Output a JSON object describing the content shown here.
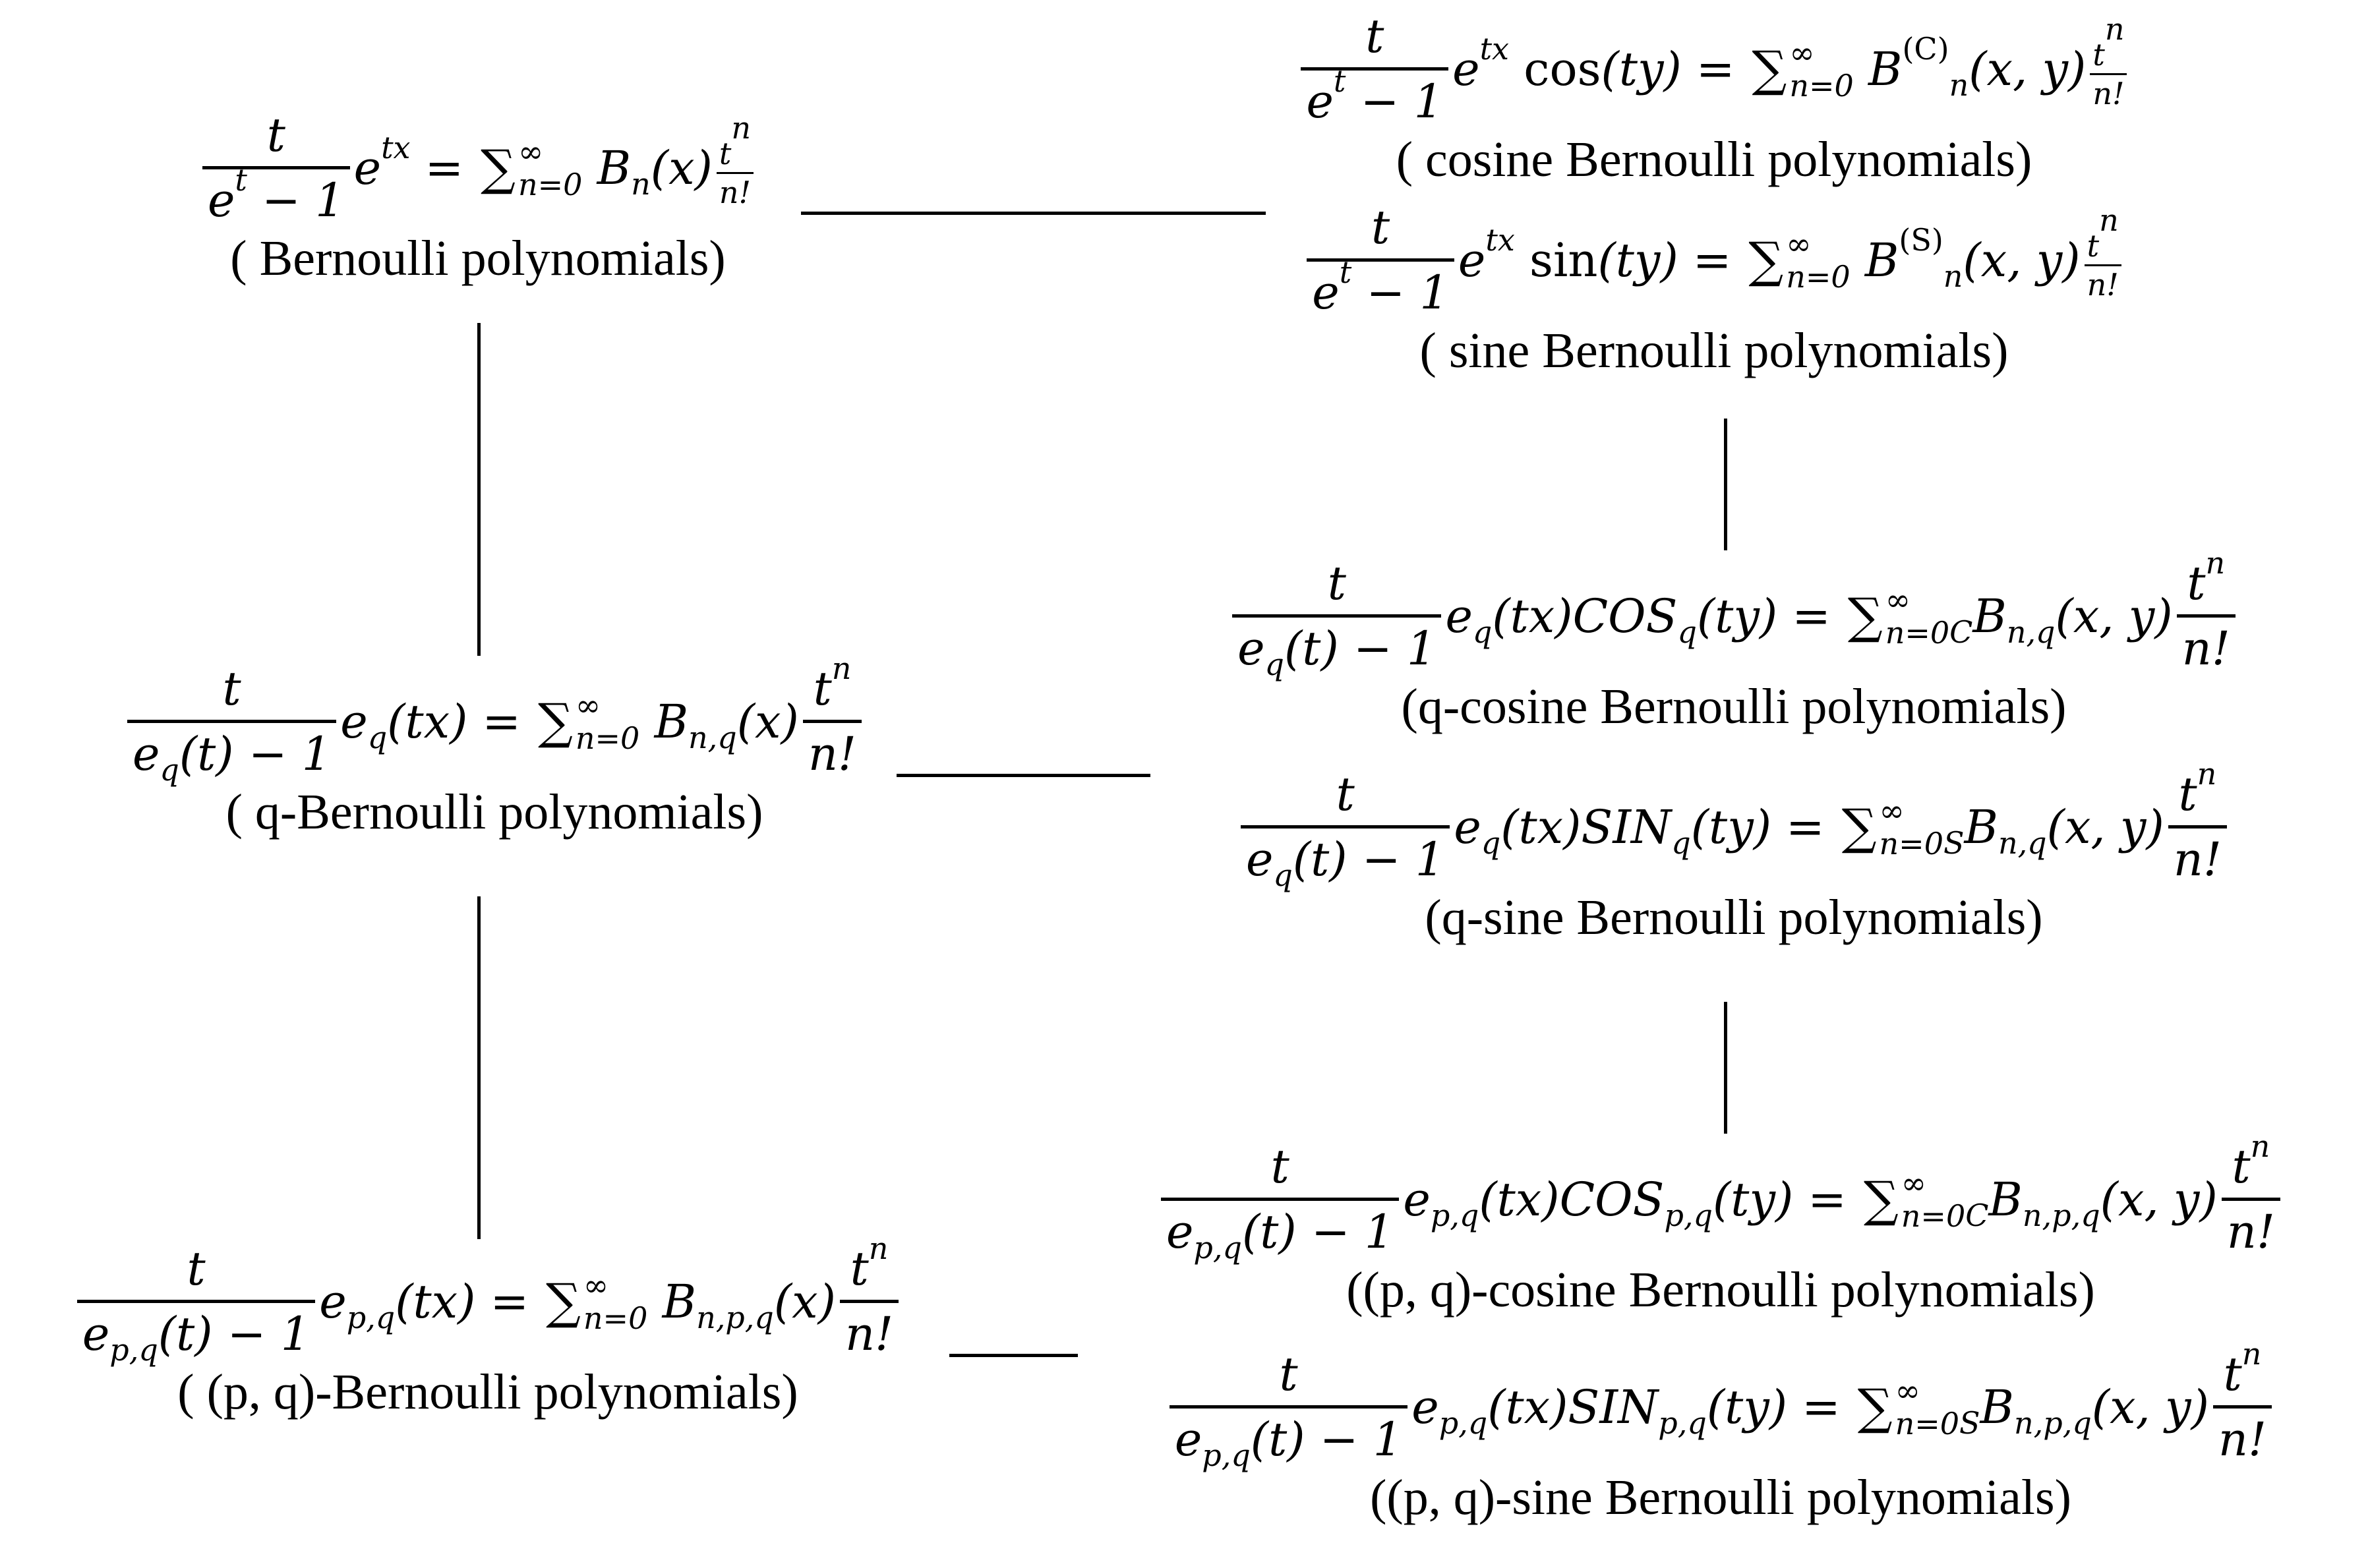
{
  "nodes": {
    "bernoulli": {
      "caption": "( Bernoulli polynomials)"
    },
    "cosine_bernoulli": {
      "caption": "( cosine Bernoulli polynomials)"
    },
    "sine_bernoulli": {
      "caption": "( sine Bernoulli polynomials)"
    },
    "q_bernoulli": {
      "caption": "( q-Bernoulli polynomials)"
    },
    "q_cosine_bernoulli": {
      "caption": "(q-cosine Bernoulli polynomials)"
    },
    "q_sine_bernoulli": {
      "caption": "(q-sine Bernoulli polynomials)"
    },
    "pq_bernoulli": {
      "caption": "( (p, q)-Bernoulli polynomials)"
    },
    "pq_cosine_bernoulli": {
      "caption": "((p, q)-cosine Bernoulli polynomials)"
    },
    "pq_sine_bernoulli": {
      "caption": "((p, q)-sine Bernoulli polynomials)"
    }
  }
}
